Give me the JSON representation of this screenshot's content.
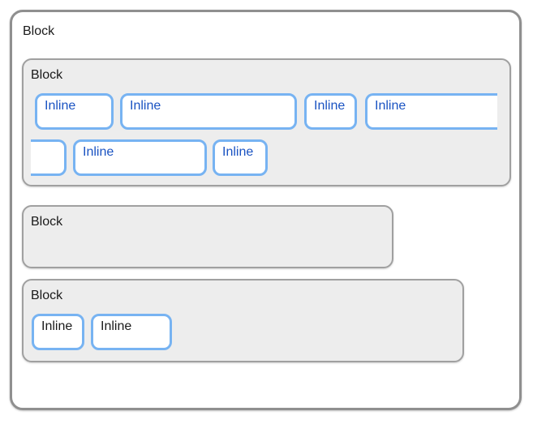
{
  "outer_block": {
    "label": "Block"
  },
  "first_block": {
    "label": "Block",
    "line1_inlines": [
      {
        "label": "Inline"
      },
      {
        "label": "Inline"
      },
      {
        "label": "Inline"
      },
      {
        "label": "Inline"
      }
    ],
    "line2_inlines": [
      {
        "label": ""
      },
      {
        "label": "Inline"
      },
      {
        "label": "Inline"
      }
    ]
  },
  "empty_block": {
    "label": "Block"
  },
  "last_block": {
    "label": "Block",
    "inlines": [
      {
        "label": "Inline"
      },
      {
        "label": "Inline"
      }
    ]
  },
  "colors": {
    "outer_border": "#8f8f8f",
    "block_border": "#a0a0a0",
    "block_fill": "#ededed",
    "inline_border": "#77b3f2",
    "inline_text": "#1a53c2",
    "block_text": "#1a1a1a",
    "last_inline_text": "#1a1a1a"
  }
}
